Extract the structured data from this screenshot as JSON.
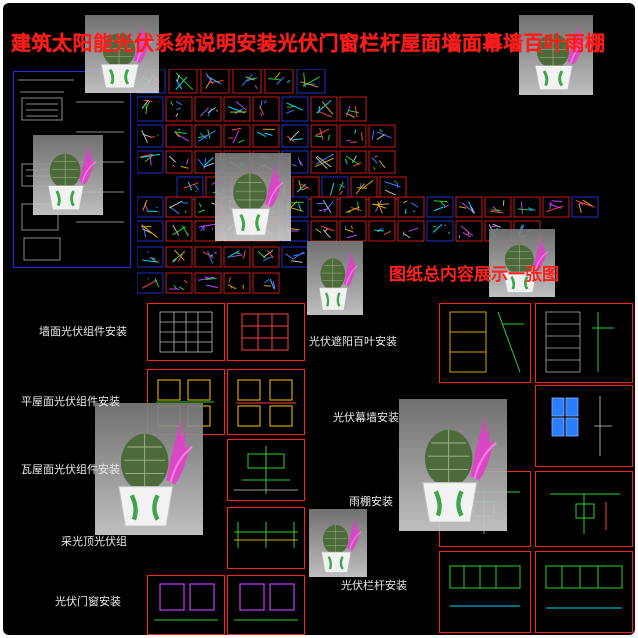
{
  "title": "建筑太阳能光伏系统说明安装光伏门窗栏杆屋面墙面幕墙百叶雨棚",
  "caption": "图纸总内容展示一张图",
  "install_labels": [
    "墙面光伏组件安装",
    "平屋面光伏组件安装",
    "瓦屋面光伏组件安装",
    "采光顶光伏组",
    "光伏门窗安装"
  ],
  "right_labels": [
    "光伏遮阳百叶安装",
    "光伏幕墙安装",
    "雨棚安装",
    "光伏栏杆安装"
  ],
  "colors": {
    "background": "#000000",
    "title": "#ff1a1a",
    "sheet_border": "#ff2020",
    "label": "#e8e8e8"
  },
  "watermark_icons": [
    "cactus-pot-icon",
    "cactus-pot-icon",
    "cactus-pot-icon",
    "cactus-pot-icon",
    "cactus-pot-icon",
    "cactus-pot-icon",
    "cactus-pot-icon"
  ]
}
